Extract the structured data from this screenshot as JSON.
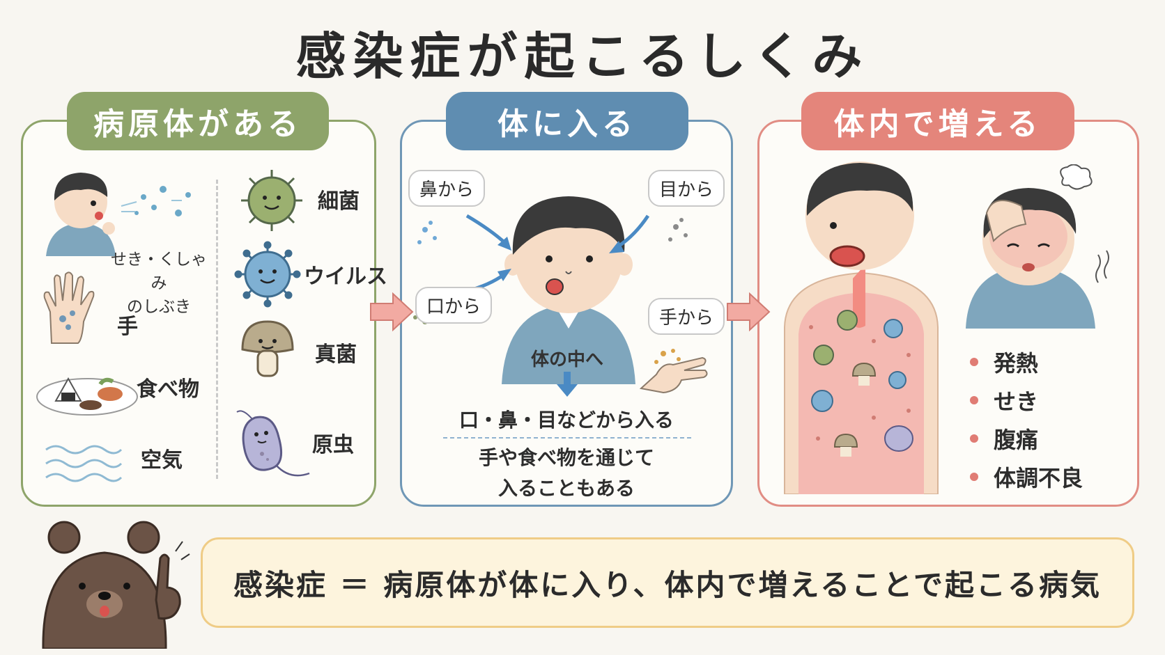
{
  "title": "感染症が起こるしくみ",
  "panels": {
    "pathogen": {
      "tab": "病原体がある",
      "sources": [
        "せき・くしゃみ のしぶき",
        "手",
        "食べ物",
        "空気"
      ],
      "sneeze_line1": "せき・くしゃみ",
      "sneeze_line2": "のしぶき",
      "types": [
        "細菌",
        "ウイルス",
        "真菌",
        "原虫"
      ]
    },
    "entry": {
      "tab": "体に入る",
      "bubbles": [
        "鼻から",
        "目から",
        "口から",
        "手から"
      ],
      "inside": "体の中へ",
      "main_text": "口・鼻・目などから入る",
      "sub_line1": "手や食べ物を通じて",
      "sub_line2": "入ることもある"
    },
    "multiply": {
      "tab": "体内で増える",
      "symptoms": [
        "発熱",
        "せき",
        "腹痛",
        "体調不良"
      ]
    }
  },
  "summary": "感染症 ＝ 病原体が体に入り、体内で増えることで起こる病気",
  "colors": {
    "green": "#8ea46a",
    "blue": "#5f8db1",
    "red": "#e4857b",
    "summary_bg": "#fdf4dd"
  }
}
